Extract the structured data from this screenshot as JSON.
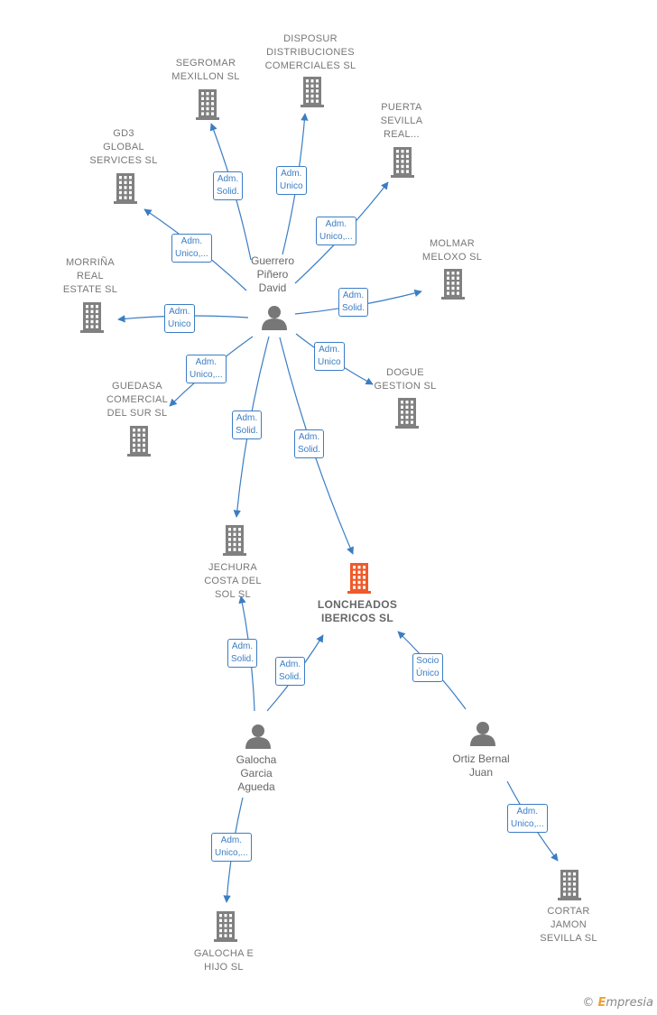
{
  "colors": {
    "edge": "#3b7dc4",
    "building": "#808080",
    "focus": "#ef5a2a",
    "person": "#777777"
  },
  "companies": [
    {
      "id": "segromar",
      "label": "SEGROMAR\nMEXILLON  SL"
    },
    {
      "id": "disposur",
      "label": "DISPOSUR\nDISTRIBUCIONES\nCOMERCIALES SL"
    },
    {
      "id": "puerta",
      "label": "PUERTA\nSEVILLA\nREAL..."
    },
    {
      "id": "gd3",
      "label": "GD3\nGLOBAL\nSERVICES  SL"
    },
    {
      "id": "molmar",
      "label": "MOLMAR\nMELOXO  SL"
    },
    {
      "id": "morrina",
      "label": "MORRIÑA\nREAL\nESTATE  SL"
    },
    {
      "id": "dogue",
      "label": "DOGUE\nGESTION  SL"
    },
    {
      "id": "guedasa",
      "label": "GUEDASA\nCOMERCIAL\nDEL SUR  SL"
    },
    {
      "id": "jechura",
      "label": "JECHURA\nCOSTA DEL\nSOL  SL"
    },
    {
      "id": "loncheados",
      "label": "LONCHEADOS\nIBERICOS  SL",
      "focus": true
    },
    {
      "id": "galocha_hijo",
      "label": "GALOCHA E\nHIJO  SL"
    },
    {
      "id": "cortar",
      "label": "CORTAR\nJAMON\nSEVILLA  SL"
    }
  ],
  "persons": [
    {
      "id": "guerrero",
      "label": "Guerrero\nPiñero\nDavid"
    },
    {
      "id": "galocha",
      "label": "Galocha\nGarcia\nAgueda"
    },
    {
      "id": "ortiz",
      "label": "Ortiz Bernal\nJuan"
    }
  ],
  "relations": [
    {
      "from": "guerrero",
      "to": "segromar",
      "label": "Adm.\nSolid."
    },
    {
      "from": "guerrero",
      "to": "disposur",
      "label": "Adm.\nUnico"
    },
    {
      "from": "guerrero",
      "to": "puerta",
      "label": "Adm.\nUnico,..."
    },
    {
      "from": "guerrero",
      "to": "gd3",
      "label": "Adm.\nUnico,..."
    },
    {
      "from": "guerrero",
      "to": "molmar",
      "label": "Adm.\nSolid."
    },
    {
      "from": "guerrero",
      "to": "morrina",
      "label": "Adm.\nUnico"
    },
    {
      "from": "guerrero",
      "to": "dogue",
      "label": "Adm.\nUnico"
    },
    {
      "from": "guerrero",
      "to": "guedasa",
      "label": "Adm.\nUnico,..."
    },
    {
      "from": "guerrero",
      "to": "jechura",
      "label": "Adm.\nSolid."
    },
    {
      "from": "guerrero",
      "to": "loncheados",
      "label": "Adm.\nSolid."
    },
    {
      "from": "galocha",
      "to": "jechura",
      "label": "Adm.\nSolid."
    },
    {
      "from": "galocha",
      "to": "loncheados",
      "label": "Adm.\nSolid."
    },
    {
      "from": "ortiz",
      "to": "loncheados",
      "label": "Socio\nÚnico"
    },
    {
      "from": "galocha",
      "to": "galocha_hijo",
      "label": "Adm.\nUnico,..."
    },
    {
      "from": "ortiz",
      "to": "cortar",
      "label": "Adm.\nUnico,..."
    }
  ],
  "brand": {
    "symbol": "©",
    "initial": "E",
    "rest": "mpresia"
  }
}
